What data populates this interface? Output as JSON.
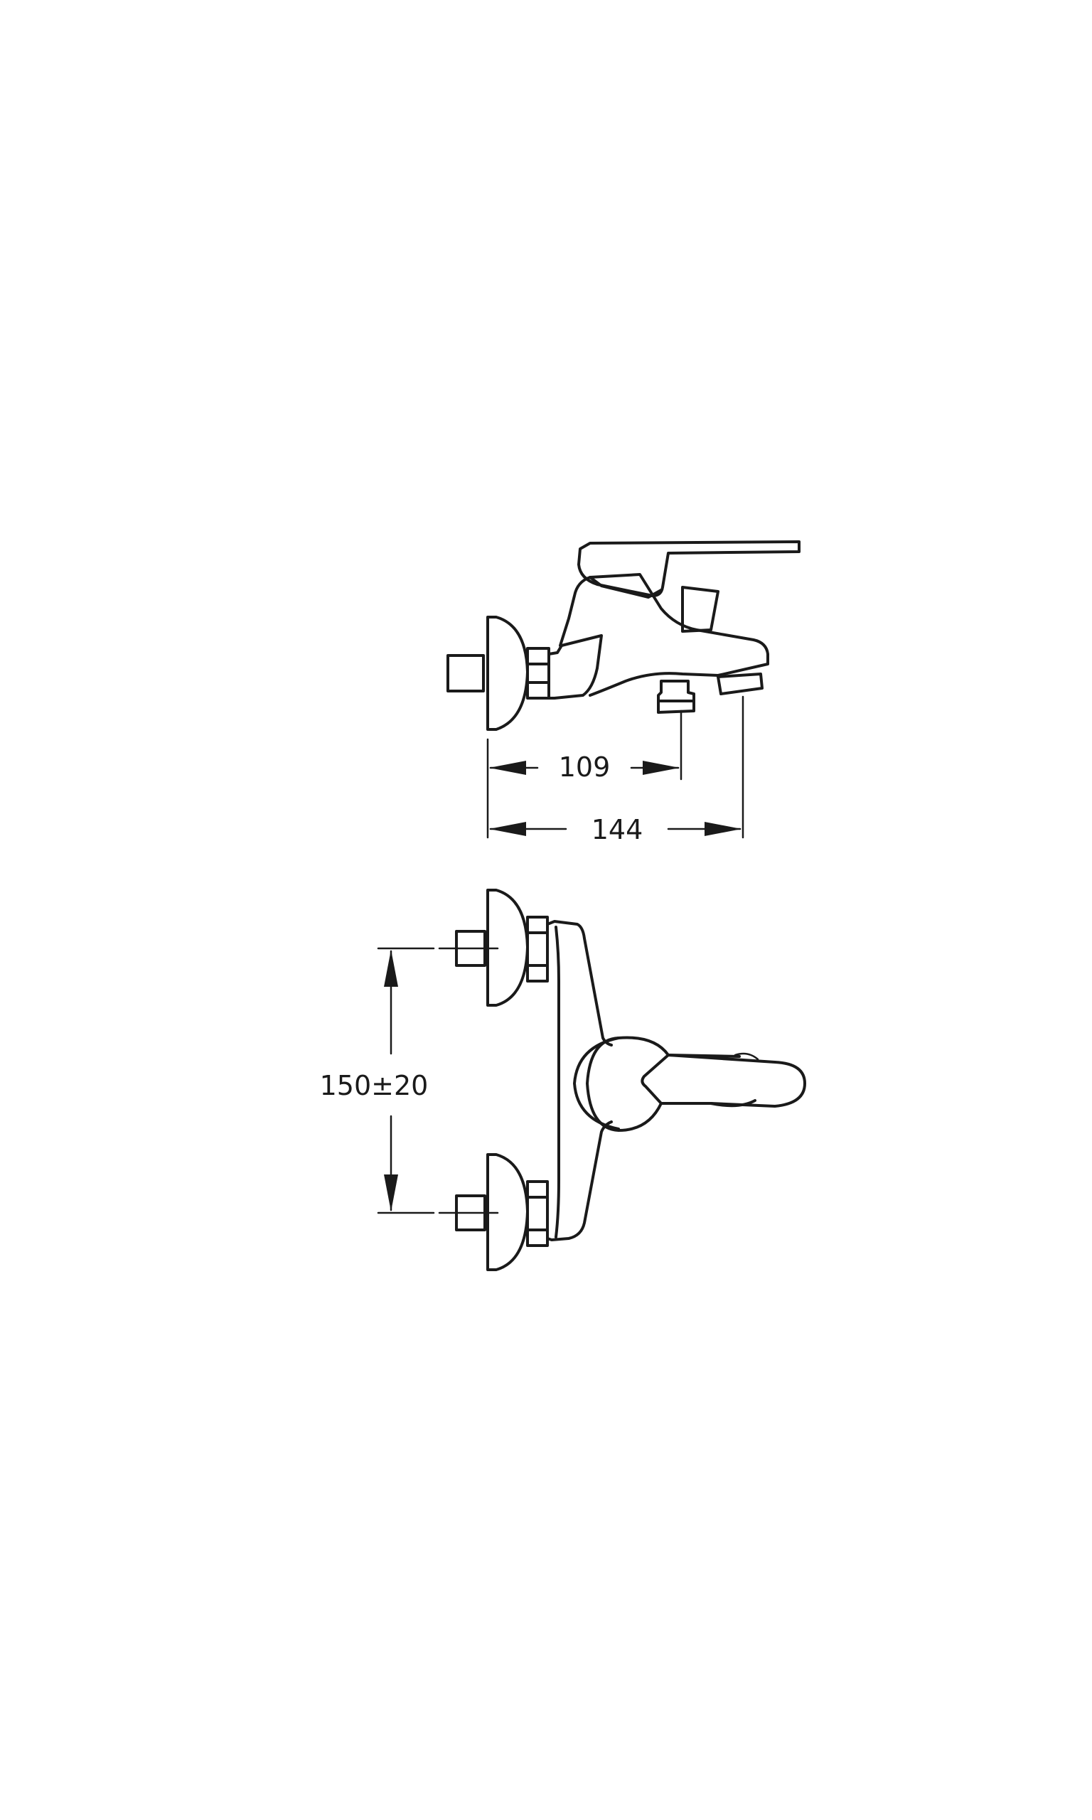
{
  "dimensions": {
    "inlet_to_outlet": "109",
    "overall_projection": "144",
    "inlet_centers": "150±20"
  },
  "colors": {
    "line": "#1a1a1a",
    "background": "#ffffff"
  }
}
